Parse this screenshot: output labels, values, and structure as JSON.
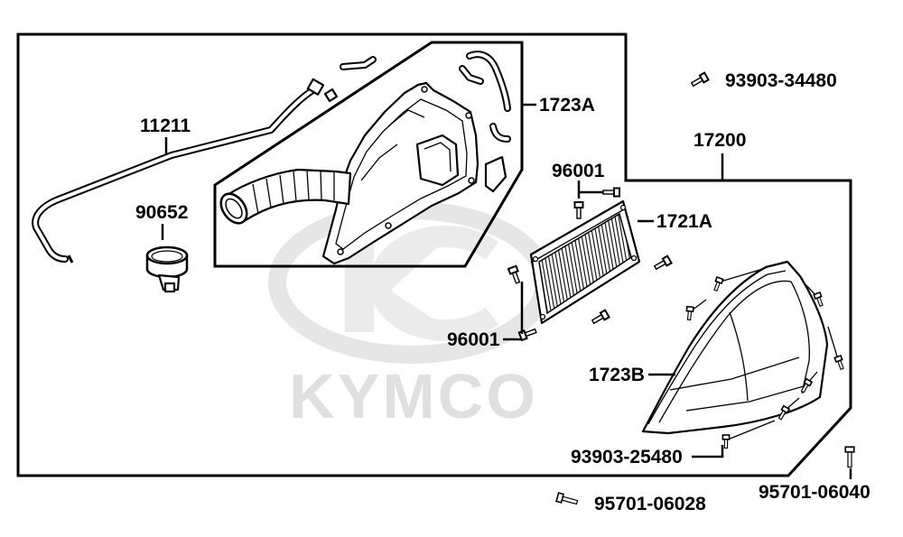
{
  "watermark": {
    "brand": "KYMCO"
  },
  "callouts": {
    "hose": "11211",
    "hose_clamp": "90652",
    "air_cleaner_case": "1723A",
    "air_cleaner_assy": "17200",
    "element_bolt_upper": "96001",
    "air_cleaner_element": "1721A",
    "element_bolt_lower": "96001",
    "air_cleaner_cover": "1723B",
    "cover_screw": "93903-25480",
    "case_screw": "93903-34480",
    "mount_bolt_right": "95701-06040",
    "mount_bolt_left": "95701-06028"
  },
  "colors": {
    "ink": "#000000",
    "watermark": "#e0e0e0",
    "background": "#ffffff"
  }
}
